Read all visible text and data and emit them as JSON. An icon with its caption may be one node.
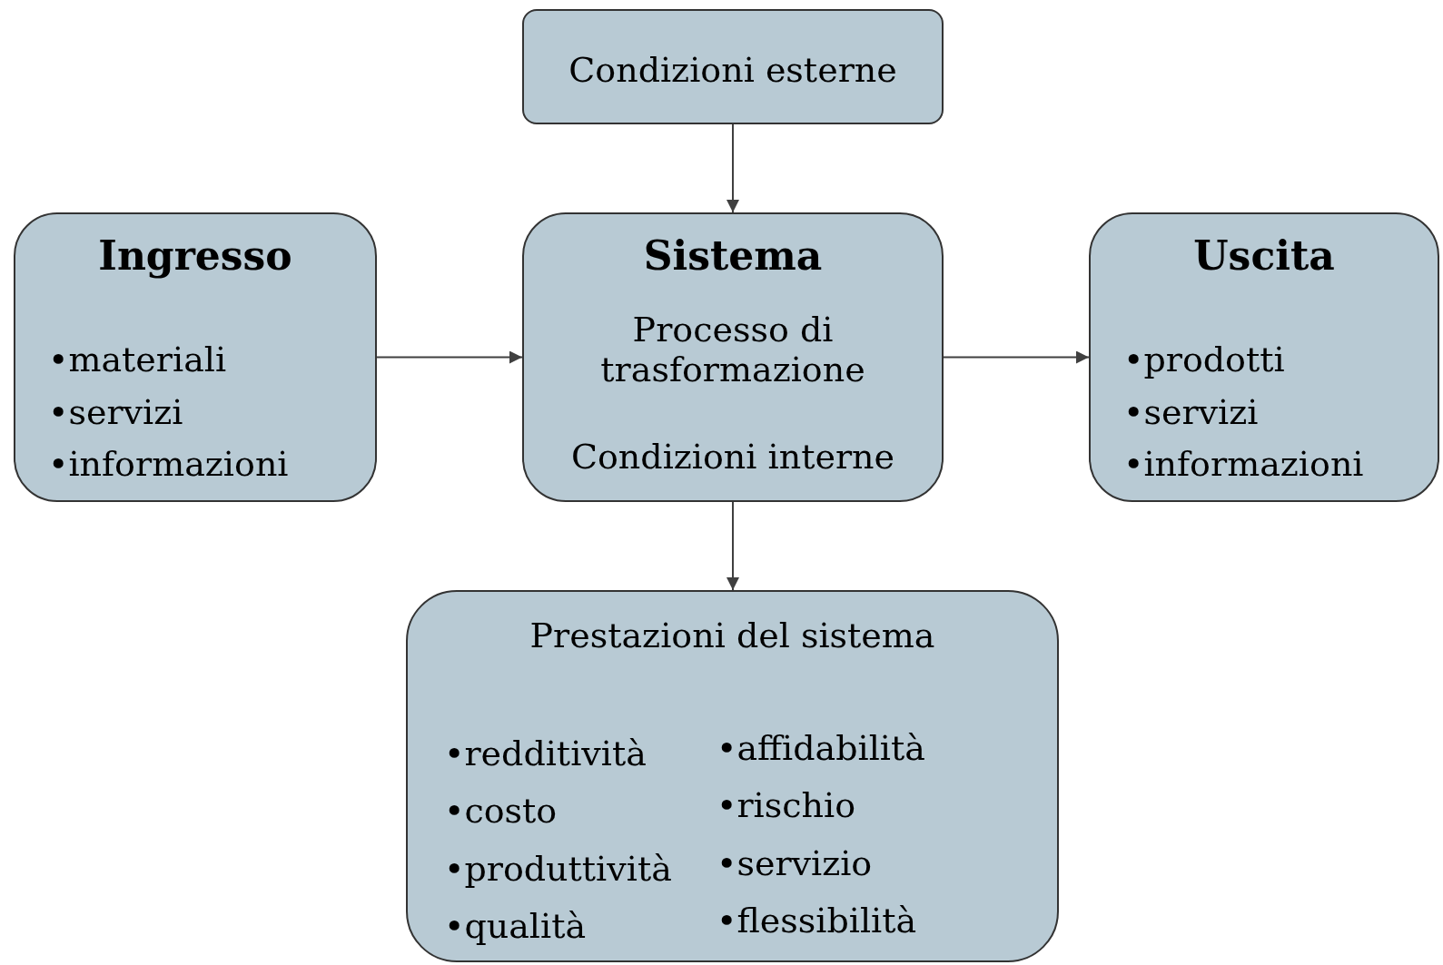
{
  "diagram": {
    "nodes": [
      {
        "text": [
          "Condizioni esterne"
        ]
      },
      {
        "text": [
          "Ingresso",
          "•materiali",
          "•servizi",
          "•informazioni"
        ]
      },
      {
        "text": [
          "Sistema",
          "Processo di trasformazione",
          "Condizioni interne"
        ]
      },
      {
        "text": [
          "Uscita",
          "•prodotti",
          "•servizi",
          "•informazioni"
        ]
      },
      {
        "text": [
          "Prestazioni del sistema",
          "•redditività",
          "•costo",
          "•produttività",
          "•qualità",
          "•affidabilità",
          "•rischio",
          "•servizio",
          "•flessibilità"
        ]
      }
    ],
    "edges": [
      {
        "from": 0,
        "to": 2,
        "arrow": "to"
      },
      {
        "from": 1,
        "to": 2,
        "arrow": "to"
      },
      {
        "from": 2,
        "to": 3,
        "arrow": "to"
      },
      {
        "from": 2,
        "to": 4,
        "arrow": "to"
      }
    ]
  }
}
